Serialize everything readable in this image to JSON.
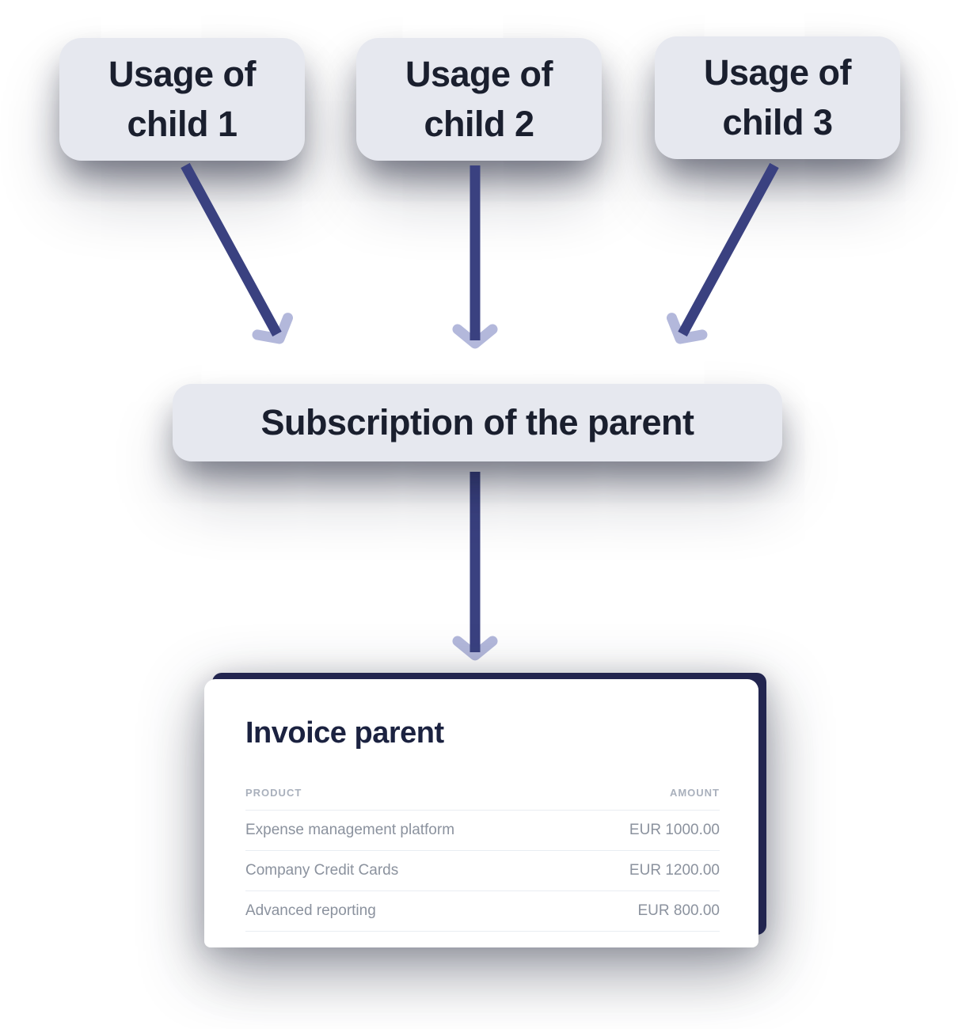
{
  "colors": {
    "page_bg": "#ffffff",
    "node_bg": "#e6e8ef",
    "node_text": "#1a1f2e",
    "arrow_shaft": "#3a4180",
    "arrow_head": "#b3b8db",
    "invoice_backing": "#22254f",
    "invoice_card_bg": "#ffffff",
    "invoice_title": "#1b2240",
    "column_header": "#a9b0bc",
    "row_text": "#8b929e",
    "divider": "#e9edf2"
  },
  "nodes": {
    "children": [
      {
        "label": "Usage of child 1"
      },
      {
        "label": "Usage of child 2"
      },
      {
        "label": "Usage of child 3"
      }
    ],
    "parent": {
      "label": "Subscription of the parent"
    }
  },
  "invoice": {
    "title": "Invoice parent",
    "columns": {
      "product": "PRODUCT",
      "amount": "AMOUNT"
    },
    "rows": [
      {
        "product": "Expense management platform",
        "amount": "EUR 1000.00"
      },
      {
        "product": "Company Credit Cards",
        "amount": "EUR 1200.00"
      },
      {
        "product": "Advanced reporting",
        "amount": "EUR 800.00"
      }
    ]
  }
}
